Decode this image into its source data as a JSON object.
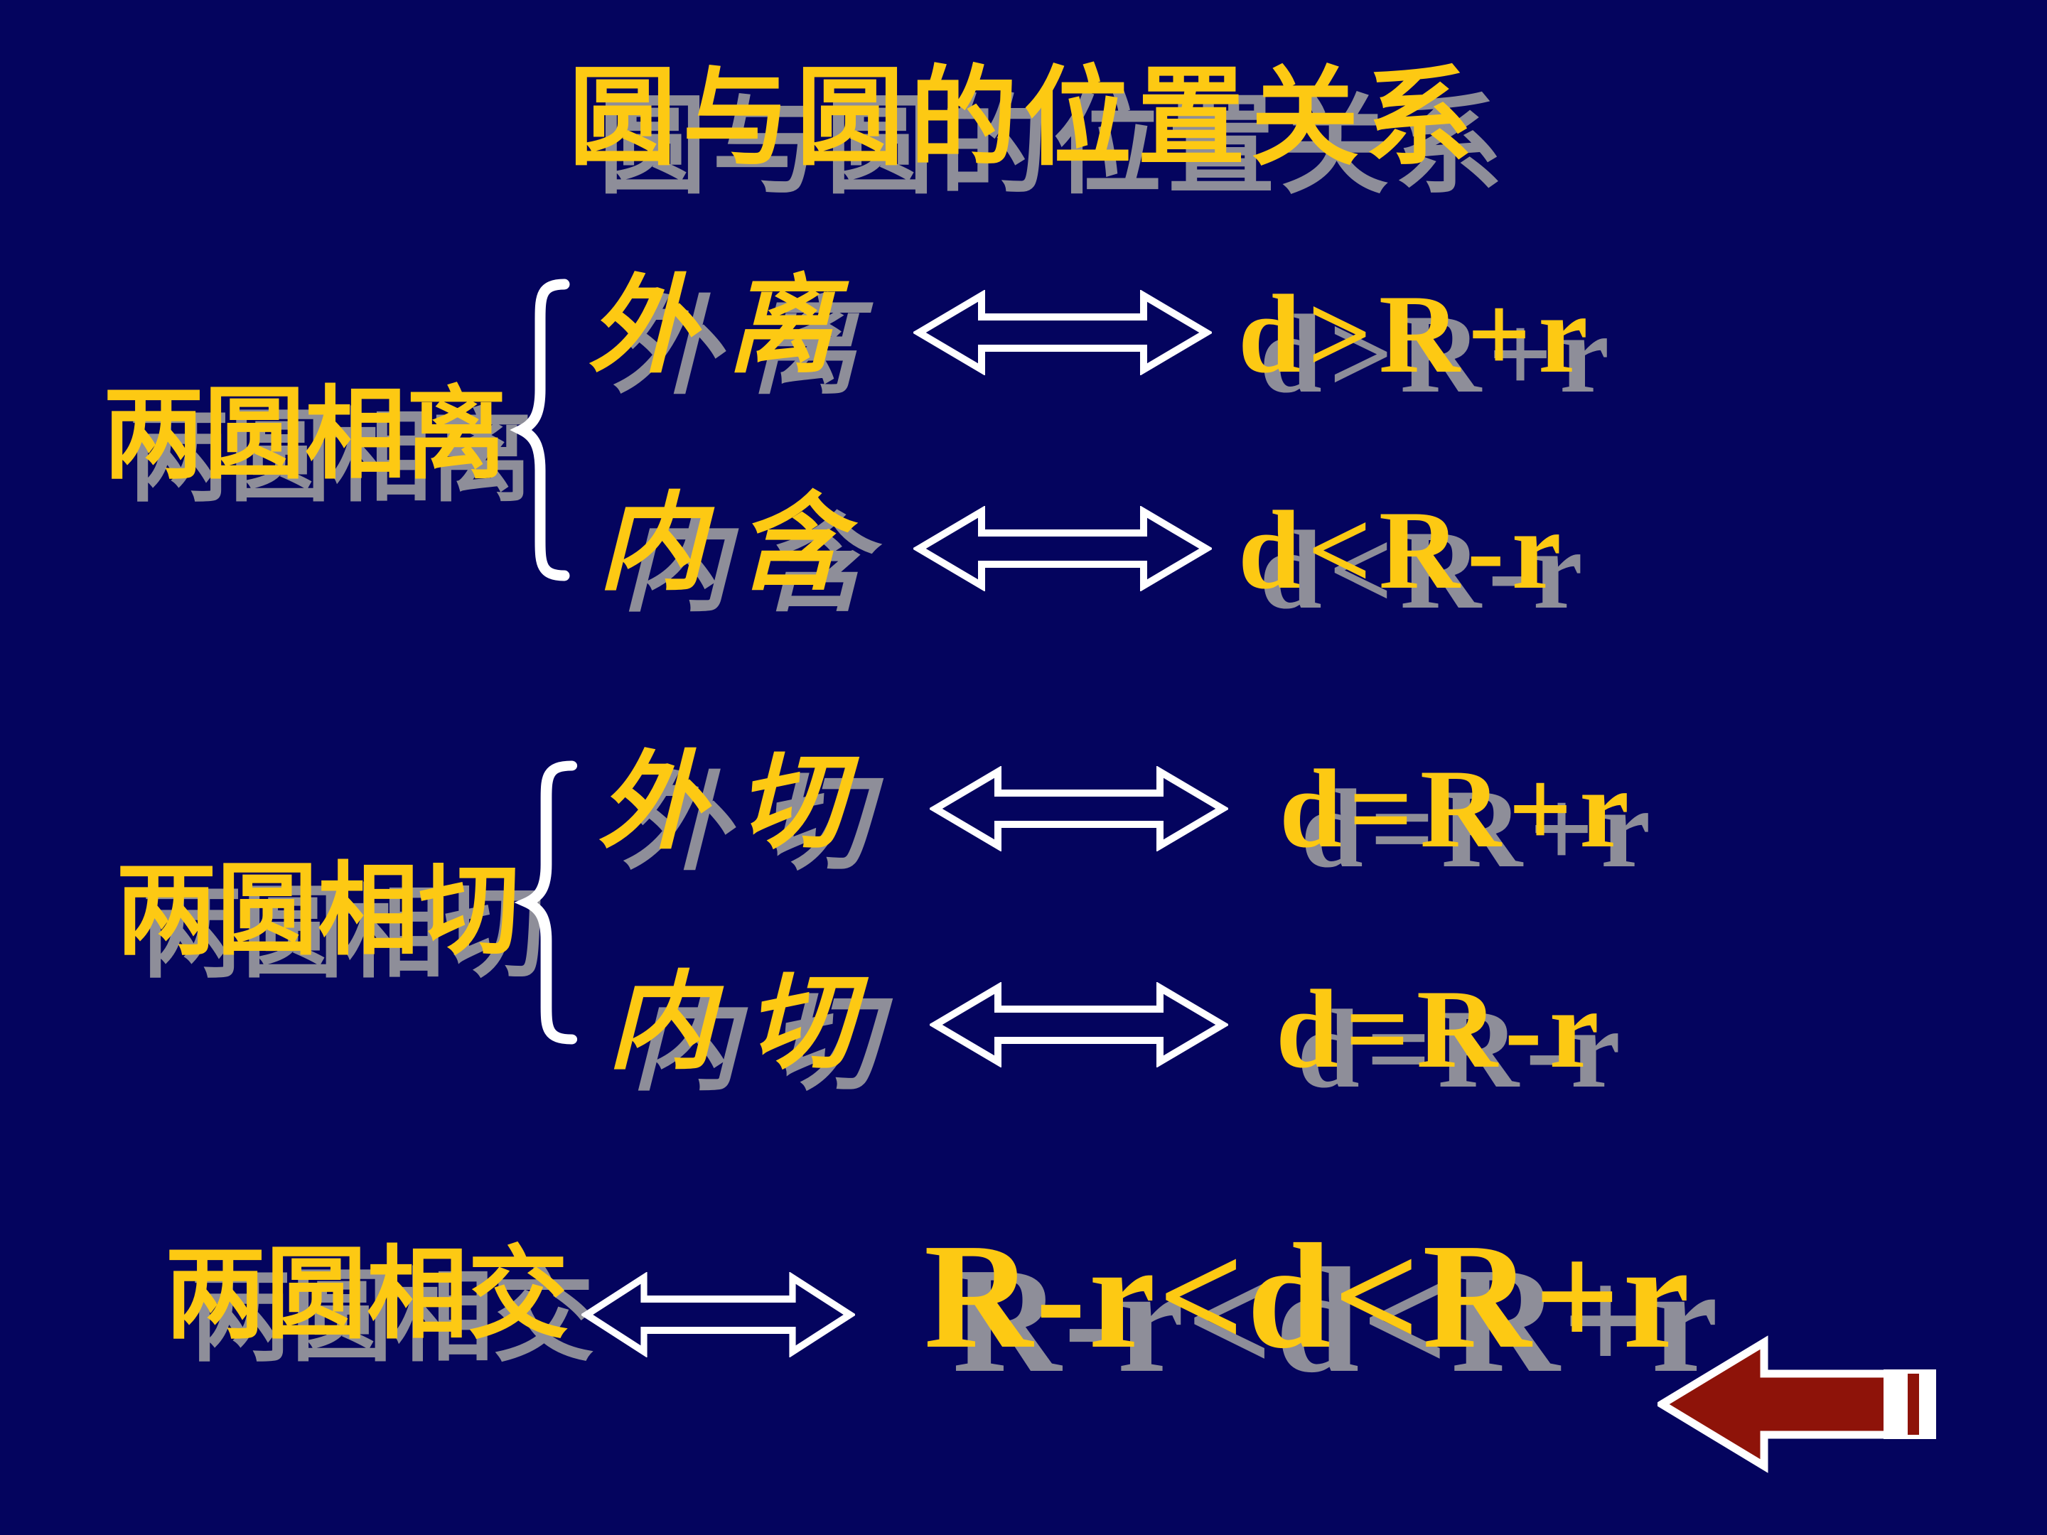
{
  "slide": {
    "title": "圆与圆的位置关系",
    "groups": [
      {
        "label": "两圆相离",
        "items": [
          {
            "term": "外离",
            "formula": "d>R+r"
          },
          {
            "term": "内含",
            "formula": "d<R-r"
          }
        ]
      },
      {
        "label": "两圆相切",
        "items": [
          {
            "term": "外切",
            "formula": "d=R+r"
          },
          {
            "term": "内切",
            "formula": "d=R-r"
          }
        ]
      }
    ],
    "intersect": {
      "label": "两圆相交",
      "formula": "R-r<d<R+r"
    },
    "icons": {
      "equivalence_arrow": "double-headed-hollow-arrow",
      "brace": "left-curly-brace",
      "nav_arrow": "back-arrow-left"
    },
    "colors": {
      "background": "#04045E",
      "text_gold": "#FDC913",
      "shadow_gray": "#8E8E99",
      "arrow_white": "#FFFFFF",
      "nav_arrow_red": "#8E1309"
    }
  }
}
